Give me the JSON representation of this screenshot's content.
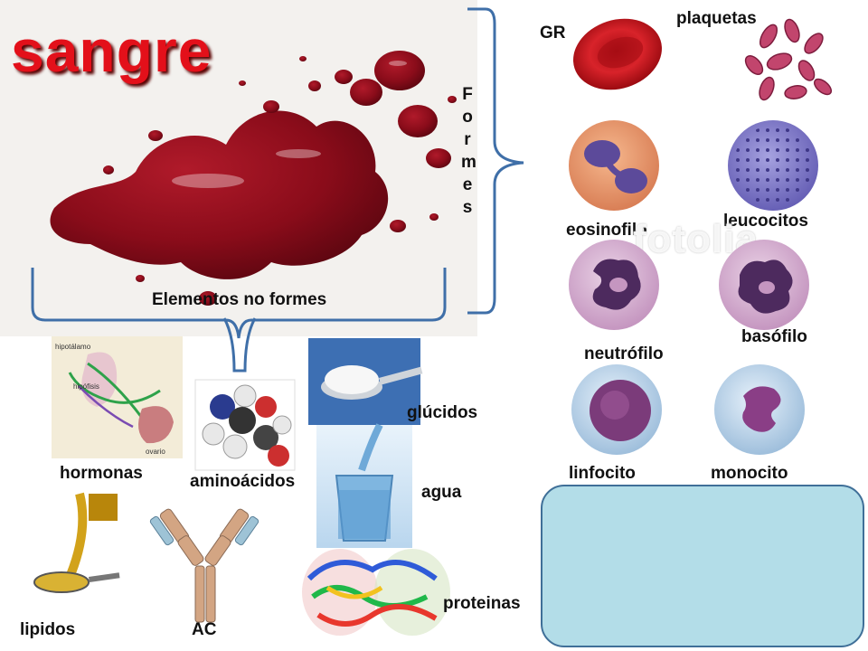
{
  "title": "sangre",
  "formes_letters": [
    "F",
    "o",
    "r",
    "m",
    "e",
    "s"
  ],
  "watermark": "fotolia",
  "labels": {
    "no_formes": "Elementos no formes",
    "gr": "GR",
    "plaquetas": "plaquetas",
    "eosinofilo": "eosinofilo",
    "leucocitos": "leucocitos",
    "neutrofilo": "neutrófilo",
    "basofilo": "basófilo",
    "linfocito": "linfocito",
    "monocito": "monocito",
    "hormonas": "hormonas",
    "aminoacidos": "aminoácidos",
    "glucidos": "glúcidos",
    "agua": "agua",
    "lipidos": "lipidos",
    "ac": "AC",
    "proteinas": "proteinas"
  },
  "diagram_labels": {
    "hipotalamo": "hipotálamo",
    "hipofisis": "hipófisis",
    "ovario": "ovario"
  },
  "colors": {
    "title_red": "#e3101a",
    "bracket_blue": "#3f6fa8",
    "box_fill": "#b3dde8",
    "blood": "#8e0f1c"
  }
}
